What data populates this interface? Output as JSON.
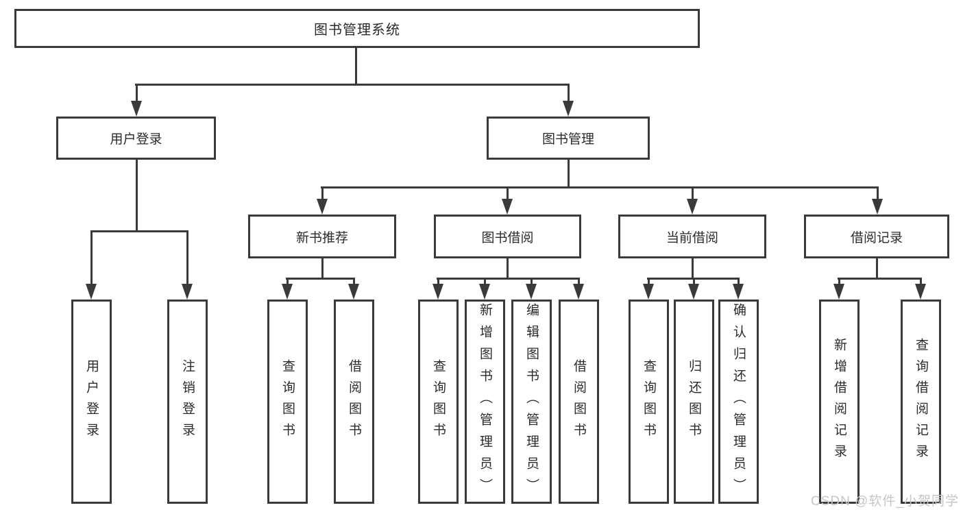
{
  "nodes": {
    "root": "图书管理系统",
    "l2": [
      "用户登录",
      "图书管理"
    ],
    "l3": [
      "新书推荐",
      "图书借阅",
      "当前借阅",
      "借阅记录"
    ],
    "leaves": [
      "用户登录",
      "注销登录",
      "查询图书",
      "借阅图书",
      "查询图书",
      "新增图书（管理员）",
      "编辑图书（管理员）",
      "借阅图书",
      "查询图书",
      "归还图书",
      "确认归还（管理员）",
      "新增借阅记录",
      "查询借阅记录"
    ]
  },
  "watermark": "CSDN @软件_小贺同学",
  "colors": {
    "line": "#3a3a3a",
    "text": "#2b2b2b",
    "watermark": "#c6c6c6",
    "background": "#ffffff"
  }
}
